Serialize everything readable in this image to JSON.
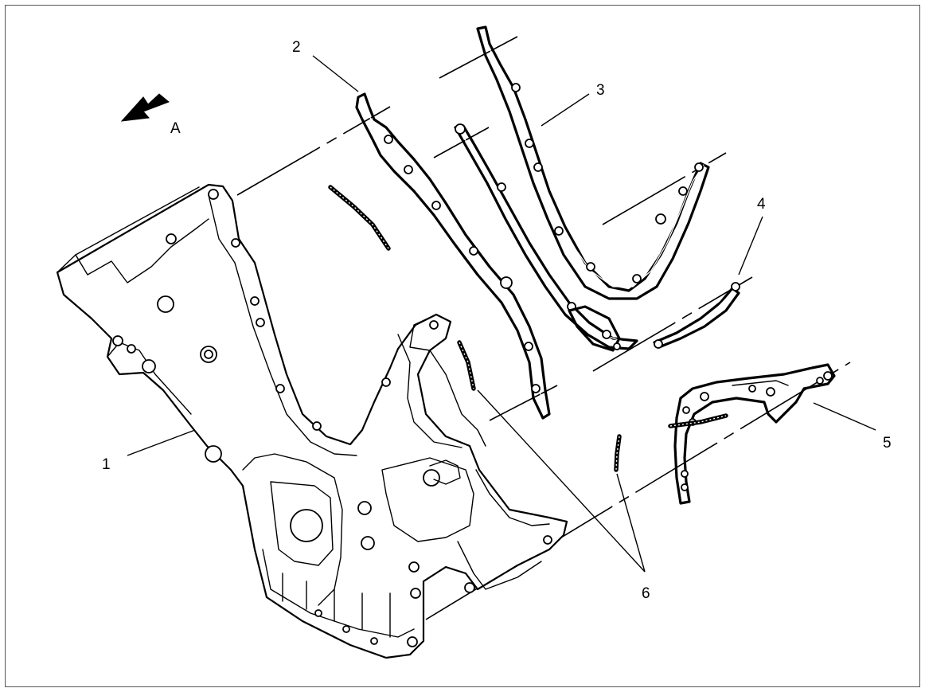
{
  "direction_label": "A",
  "callouts": [
    {
      "id": "callout-1",
      "text": "1"
    },
    {
      "id": "callout-2",
      "text": "2"
    },
    {
      "id": "callout-3",
      "text": "3"
    },
    {
      "id": "callout-4",
      "text": "4"
    },
    {
      "id": "callout-5",
      "text": "5"
    },
    {
      "id": "callout-6",
      "text": "6"
    }
  ]
}
